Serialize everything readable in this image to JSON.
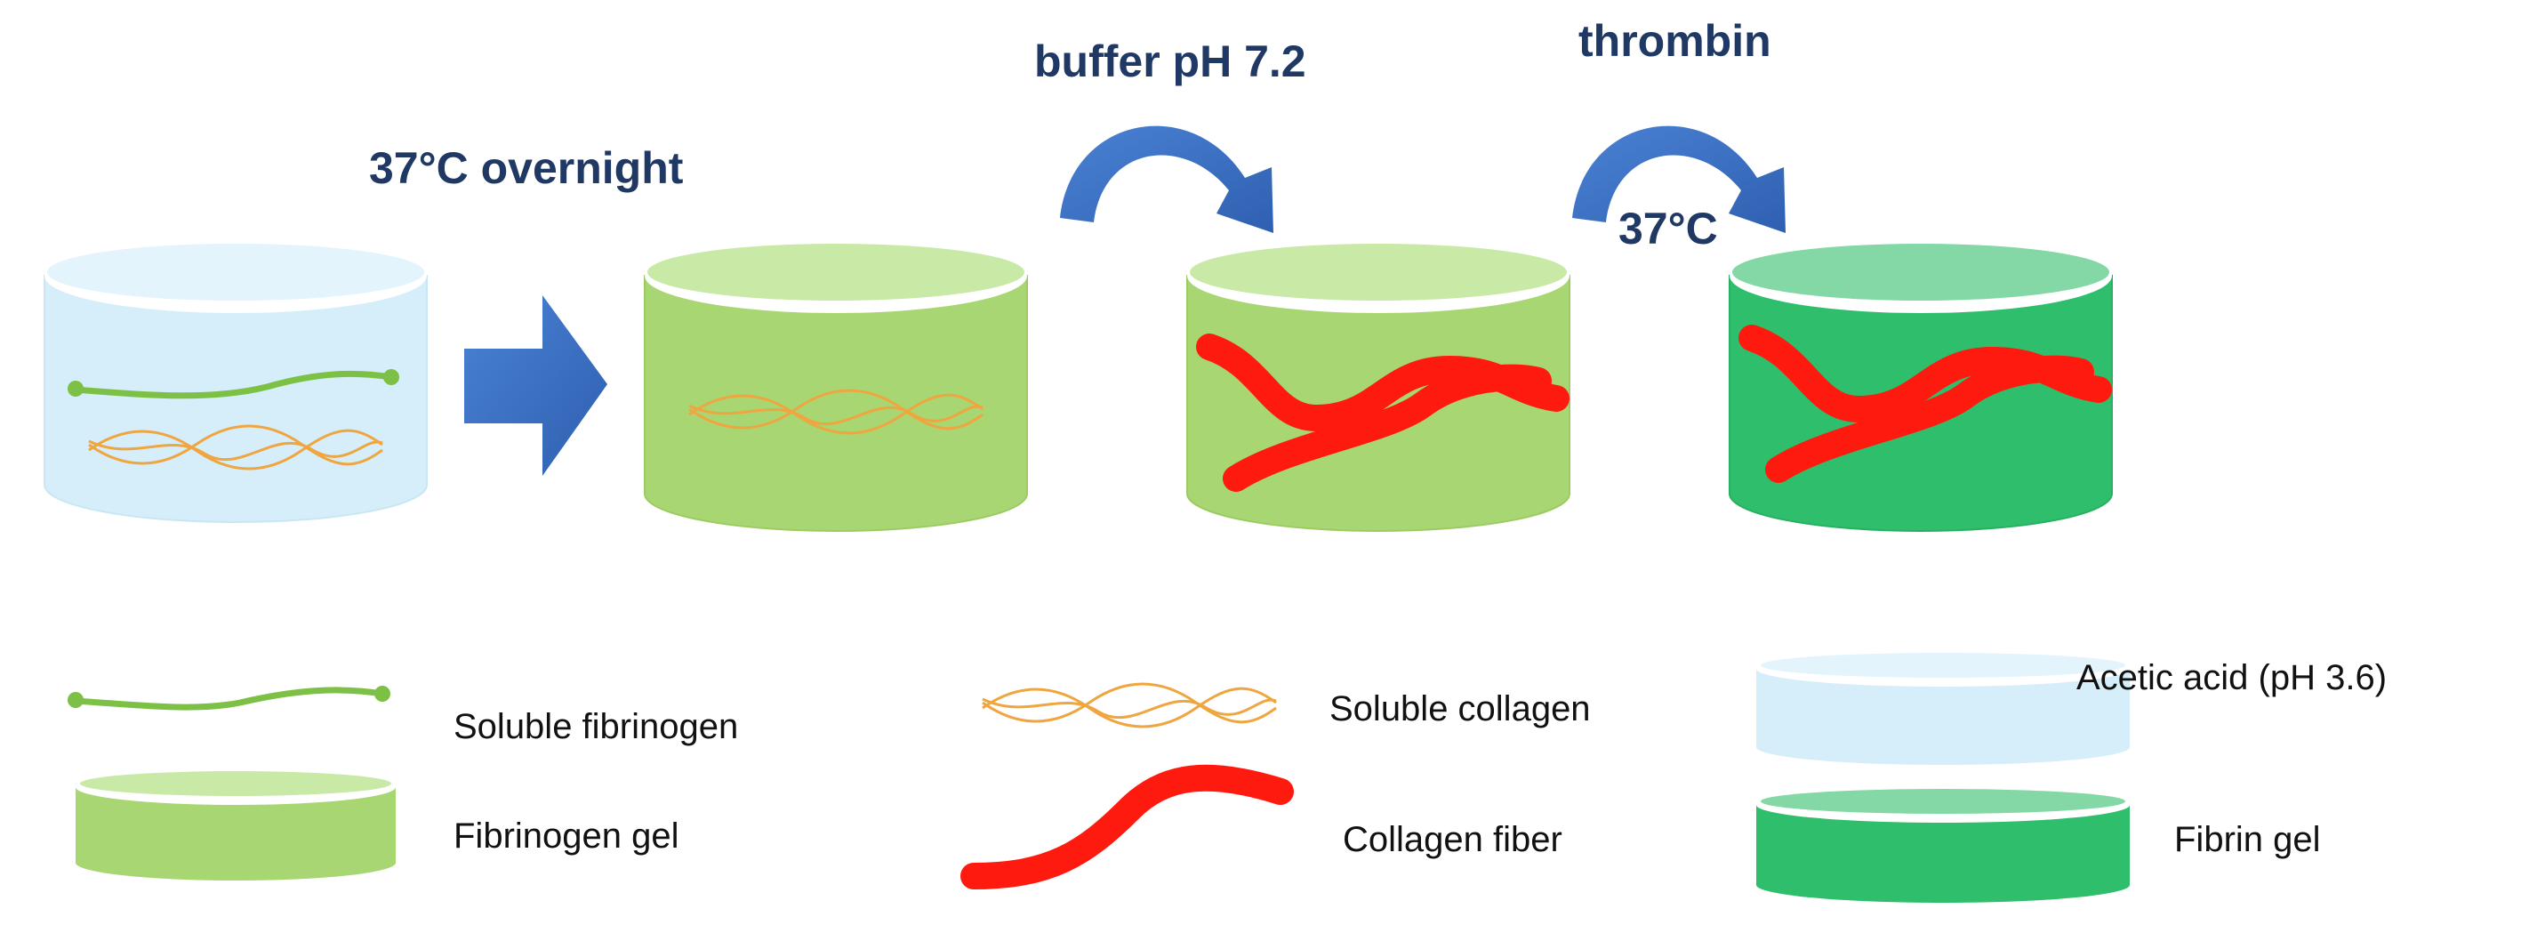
{
  "steps": {
    "step1_label": "37°C overnight",
    "step2_label": "buffer pH 7.2",
    "step3_label": "thrombin",
    "step3_sublabel": "37°C"
  },
  "legend": {
    "soluble_fibrinogen": "Soluble fibrinogen",
    "soluble_collagen": "Soluble collagen",
    "acetic_acid": "Acetic acid (pH 3.6)",
    "fibrinogen_gel": "Fibrinogen gel",
    "collagen_fiber": "Collagen fiber",
    "fibrin_gel": "Fibrin gel"
  },
  "colors": {
    "acetic_acid_side": "#d6eef9",
    "acetic_acid_top": "#e3f4fc",
    "fibrinogen_gel_side": "#a8d672",
    "fibrinogen_gel_top": "#c9e9a6",
    "fibrin_gel_side": "#2fbf6c",
    "fibrin_gel_top": "#83d8a6",
    "fibrinogen_strand": "#7cc146",
    "collagen_strand": "#efa640",
    "collagen_fiber": "#ff1a10",
    "arrow": "#3a6fc4",
    "label_text": "#1f3864"
  }
}
